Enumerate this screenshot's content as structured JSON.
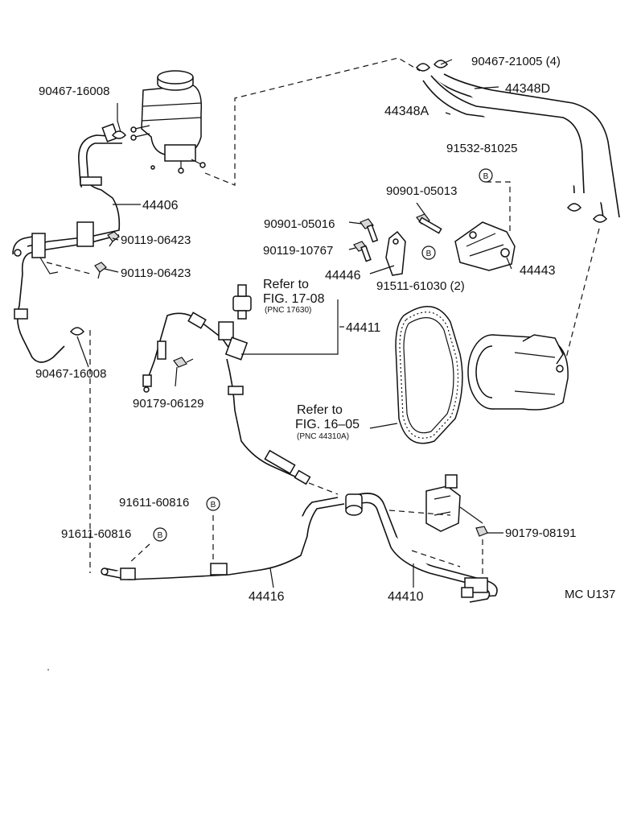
{
  "labels": {
    "p90467_21005": "90467-21005 (4)",
    "p44348D": "44348D",
    "p44348A": "44348A",
    "p90467_16008_top": "90467-16008",
    "p91532_81025": "91532-81025",
    "p90901_05013": "90901-05013",
    "p44406": "44406",
    "p90901_05016": "90901-05016",
    "p90119_06423_a": "90119-06423",
    "p90119_10767": "90119-10767",
    "p44443": "44443",
    "p44446": "44446",
    "p90119_06423_b": "90119-06423",
    "p91511_61030": "91511-61030 (2)",
    "p44411": "44411",
    "p90467_16008_bottom": "90467-16008",
    "p90179_06129": "90179-06129",
    "p91611_60816_a": "91611-60816",
    "p91611_60816_b": "91611-60816",
    "p90179_08191": "90179-08191",
    "p44416": "44416",
    "p44410": "44410",
    "catalog_code": "MC U137"
  },
  "references": {
    "ref1_line1": "Refer to",
    "ref1_line2": "FIG. 17-08",
    "ref1_line3": "(PNC  17630)",
    "ref2_line1": "Refer to",
    "ref2_line2": "FIG. 16–05",
    "ref2_line3": "(PNC 44310A)"
  },
  "markers": {
    "b": "B"
  }
}
